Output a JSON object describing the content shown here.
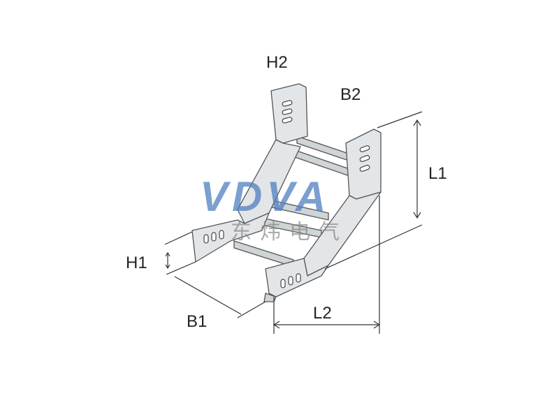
{
  "labels": {
    "h1": "H1",
    "h2": "H2",
    "b1": "B1",
    "b2": "B2",
    "l1": "L1",
    "l2": "L2"
  },
  "watermark": {
    "logo": "VDVA",
    "company": "东炜电气"
  },
  "colors": {
    "metal": "#e3e6e8",
    "outline": "#555555",
    "watermark": "#4f7fbf"
  }
}
